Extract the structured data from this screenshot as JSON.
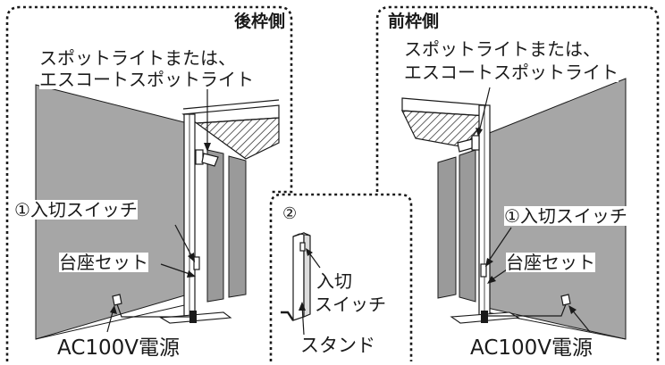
{
  "left_panel": {
    "title": "後枠側",
    "spotlight_line1": "スポットライトまたは、",
    "spotlight_line2": "エスコートスポットライト",
    "switch_label": "①入切スイッチ",
    "base_label": "台座セット",
    "power_label": "AC100V電源"
  },
  "right_panel": {
    "title": "前枠側",
    "spotlight_line1": "スポットライトまたは、",
    "spotlight_line2": "エスコートスポットライト",
    "switch_label": "①入切スイッチ",
    "base_label": "台座セット",
    "power_label": "AC100V電源"
  },
  "center_panel": {
    "number": "②",
    "switch_line1": "入切",
    "switch_line2": "スイッチ",
    "stand_label": "スタンド"
  },
  "colors": {
    "wall": "#a6a6a6",
    "wall_dark": "#8a8a8a",
    "line": "#1a1a1a",
    "frame_border": "#1a1a1a"
  }
}
